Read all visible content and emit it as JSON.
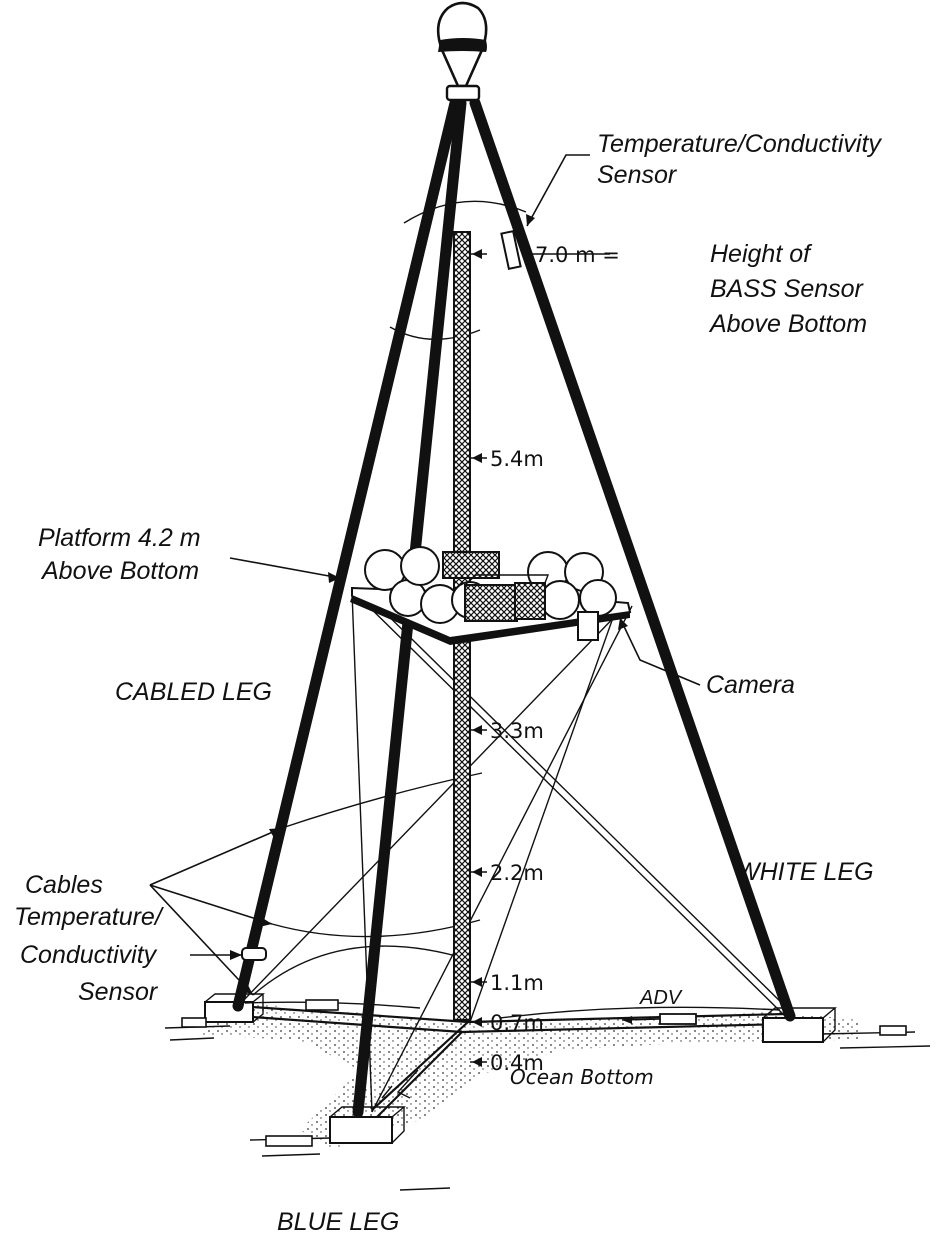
{
  "labels": {
    "tc_top_line1": "Temperature/Conductivity",
    "tc_top_line2": "Sensor",
    "height_value": "7.0  m  =",
    "height_line1": "Height of",
    "height_line2": "BASS Sensor",
    "height_line3": "Above Bottom",
    "platform_line1": "Platform 4.2 m",
    "platform_line2": "Above Bottom",
    "cabled_leg": "CABLED LEG",
    "camera": "Camera",
    "cables": "Cables",
    "white_leg": "WHITE LEG",
    "tc_bottom_line1": "Temperature/",
    "tc_bottom_line2": "Conductivity",
    "tc_bottom_line3": "Sensor",
    "adv": "ADV",
    "ocean_bottom": "Ocean Bottom",
    "blue_leg": "BLUE LEG"
  },
  "mast_heights": [
    "5.4m",
    "3.3m",
    "2.2m",
    "1.1m",
    "0.7m",
    "0.4m"
  ],
  "colors": {
    "ink": "#111111",
    "background": "#ffffff"
  }
}
